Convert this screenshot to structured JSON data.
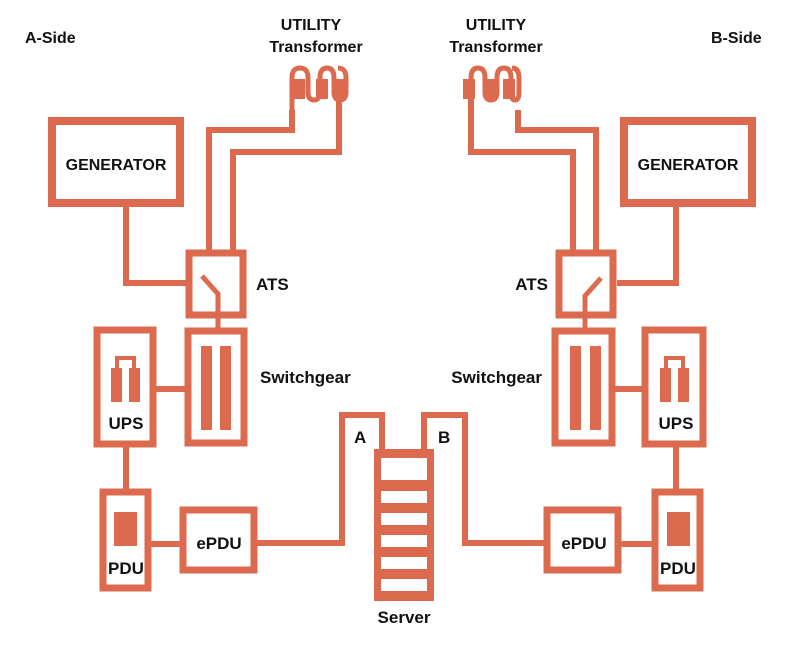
{
  "colors": {
    "line": "#dc6a4e",
    "text": "#111111",
    "background": "#ffffff"
  },
  "sides": {
    "a": {
      "title": "A-Side",
      "utility_line1": "UTILITY",
      "utility_line2": "Transformer",
      "generator": "GENERATOR",
      "ats": "ATS",
      "switchgear": "Switchgear",
      "ups": "UPS",
      "pdu": "PDU",
      "epdu": "ePDU",
      "feed": "A"
    },
    "b": {
      "title": "B-Side",
      "utility_line1": "UTILITY",
      "utility_line2": "Transformer",
      "generator": "GENERATOR",
      "ats": "ATS",
      "switchgear": "Switchgear",
      "ups": "UPS",
      "pdu": "PDU",
      "epdu": "ePDU",
      "feed": "B"
    }
  },
  "server": {
    "label": "Server",
    "slots": 6
  }
}
